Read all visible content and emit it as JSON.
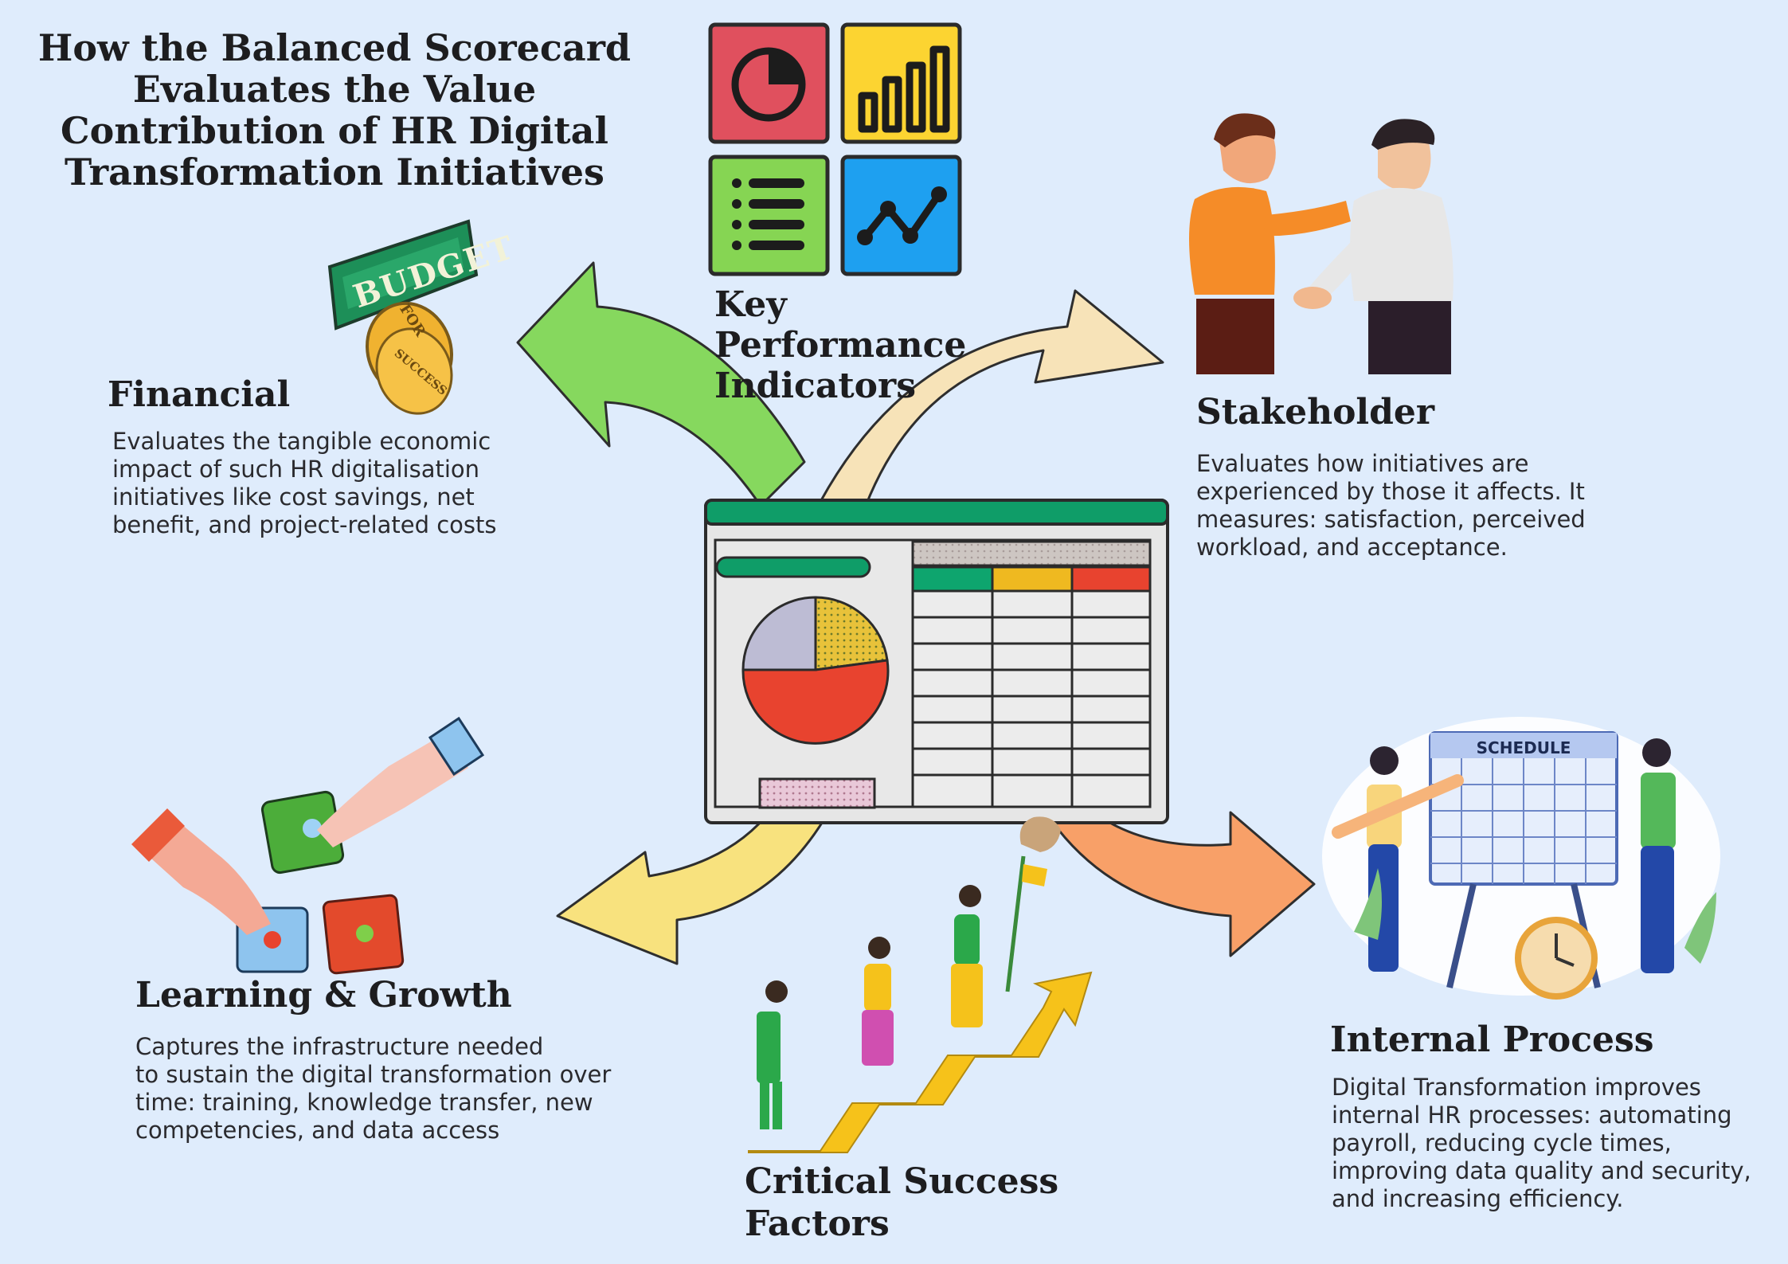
{
  "title": {
    "lines": [
      "How the Balanced Scorecard",
      "Evaluates the Value",
      "Contribution of HR Digital",
      "Transformation Initiatives"
    ]
  },
  "kpi": {
    "heading_lines": [
      "Key",
      "Performance",
      "Indicators"
    ]
  },
  "financial": {
    "heading": "Financial",
    "desc_lines": [
      "Evaluates the tangible economic",
      "impact of such HR digitalisation",
      "initiatives like cost savings, net",
      "benefit, and project-related costs"
    ],
    "badge_text": "BUDGET",
    "coin_top": "FOR",
    "coin_bottom": "SUCCESS"
  },
  "stakeholder": {
    "heading": "Stakeholder",
    "desc_lines": [
      "Evaluates how initiatives are",
      "experienced by those it affects. It",
      "measures:  satisfaction, perceived",
      "workload, and acceptance."
    ]
  },
  "learning": {
    "heading": "Learning & Growth",
    "desc_lines": [
      "Captures the infrastructure needed",
      "to sustain the digital transformation over",
      "time: training, knowledge transfer, new",
      "competencies, and data access"
    ]
  },
  "internal": {
    "heading": "Internal Process",
    "desc_lines": [
      "Digital Transformation improves",
      "internal HR processes: automating",
      "payroll, reducing cycle times,",
      "improving data quality and security,",
      "and increasing efficiency."
    ],
    "schedule_label": "SCHEDULE"
  },
  "csf": {
    "heading_lines": [
      "Critical Success",
      "Factors"
    ]
  },
  "colors": {
    "background": "#dfecfc",
    "arrow_financial": "#86d85e",
    "arrow_stakeholder": "#f7e3b8",
    "arrow_learning": "#f8e27e",
    "arrow_internal": "#f8a068",
    "kpi_red": "#e0505e",
    "kpi_yellow": "#fcd431",
    "kpi_green": "#86d553",
    "kpi_blue": "#1ea0f0",
    "sheet_header_green": "#0f9d68"
  },
  "icons": [
    "pie-chart-icon",
    "bar-chart-icon",
    "list-icon",
    "line-graph-icon"
  ]
}
